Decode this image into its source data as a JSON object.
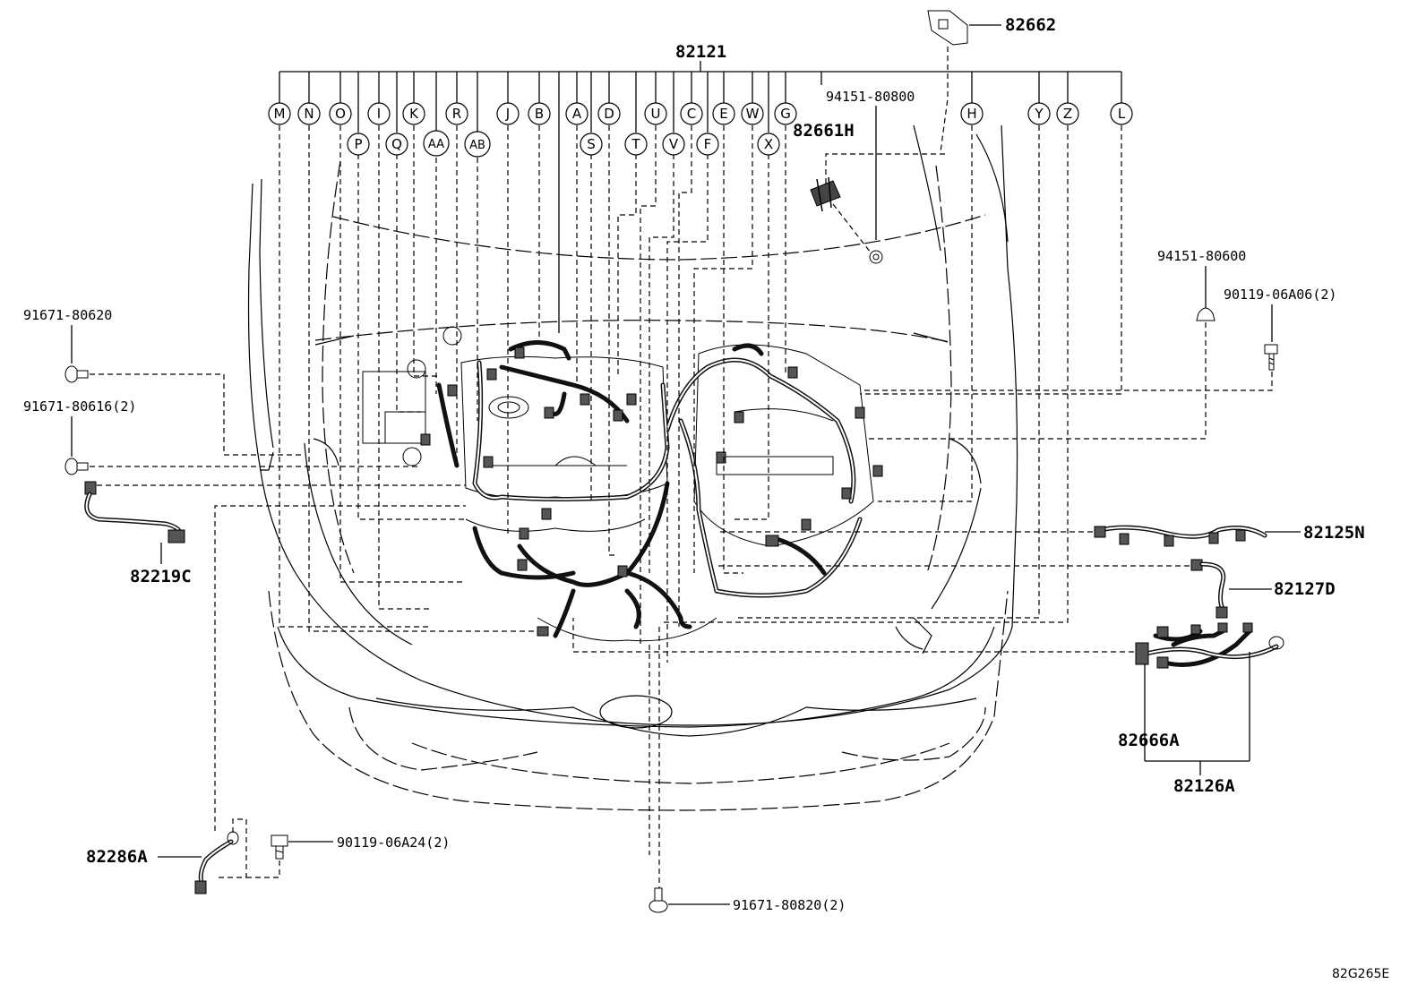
{
  "parts": {
    "main_harness": "82121",
    "top_connector": "82662",
    "clip_80800": "94151-80800",
    "clamp_82661h": "82661H",
    "clip_80600": "94151-80600",
    "bolt_06a06": "90119-06A06(2)",
    "clip_80620": "91671-80620",
    "clip_80616": "91671-80616(2)",
    "sensor_82219c": "82219C",
    "harness_82125n": "82125N",
    "harness_82127d": "82127D",
    "relay_82666a": "82666A",
    "harness_82126a": "82126A",
    "sensor_82286a": "82286A",
    "bolt_06a24": "90119-06A24(2)",
    "clip_80820": "91671-80820(2)"
  },
  "callouts_top": [
    "M",
    "N",
    "O",
    "I",
    "K",
    "AA",
    "R",
    "J",
    "B",
    "A",
    "D",
    "U",
    "C",
    "E",
    "W",
    "G",
    "H",
    "Y",
    "Z",
    "L"
  ],
  "callouts_low": [
    "P",
    "Q",
    "AB",
    "S",
    "T",
    "V",
    "F",
    "X"
  ],
  "figure_code": "82G265E"
}
